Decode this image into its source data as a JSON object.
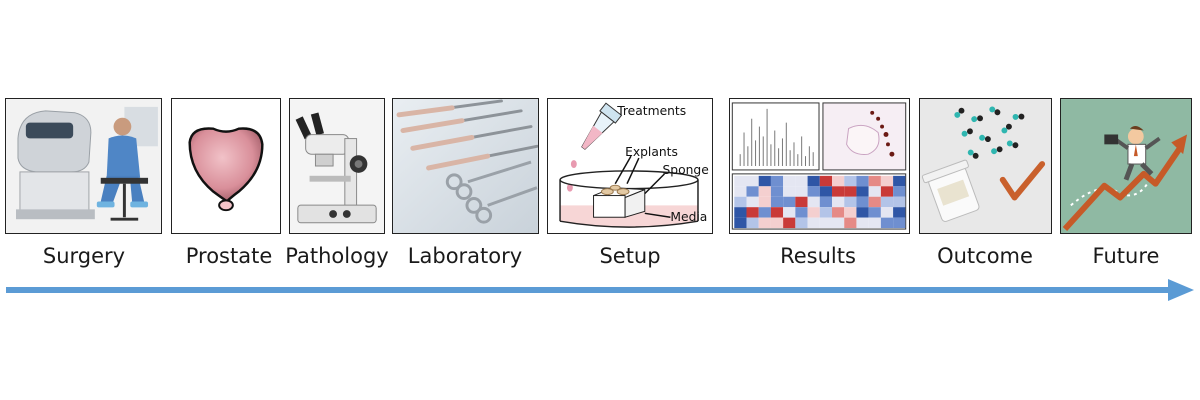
{
  "stages": [
    {
      "label": "Surgery"
    },
    {
      "label": "Prostate"
    },
    {
      "label": "Pathology"
    },
    {
      "label": "Laboratory"
    },
    {
      "label": "Setup"
    },
    {
      "label": "Results"
    },
    {
      "label": "Outcome"
    },
    {
      "label": "Future"
    }
  ],
  "setup_annotations": {
    "treatments": "Treatments",
    "explants": "Explants",
    "sponge": "Sponge",
    "media": "Media"
  },
  "colors": {
    "arrow": "#5b9bd5",
    "prostate": "#d98f9a",
    "check": "#c9602c",
    "future_bg": "#8fb9a3",
    "growth_arrow": "#c65a28"
  }
}
